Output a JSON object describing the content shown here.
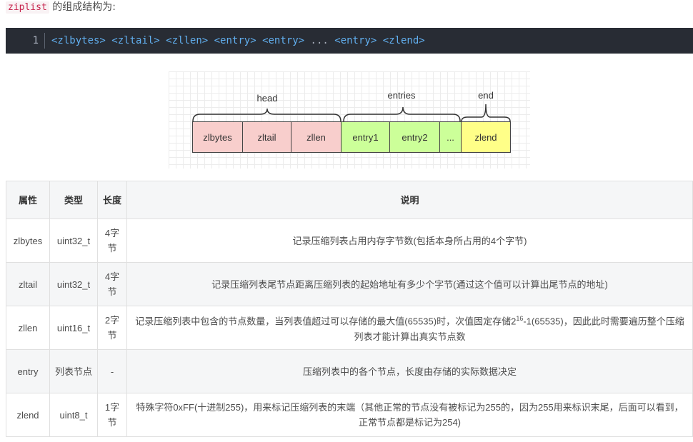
{
  "intro": {
    "code": "ziplist",
    "text": "的组成结构为:"
  },
  "code": {
    "line_number": "1",
    "tokens": [
      "<zlbytes>",
      "<zltail>",
      "<zllen>",
      "<entry>",
      "<entry>",
      "...",
      "<entry>",
      "<zlend>"
    ]
  },
  "diagram": {
    "groups": {
      "head": "head",
      "entries": "entries",
      "end": "end"
    },
    "cells": [
      "zlbytes",
      "zltail",
      "zllen",
      "entry1",
      "entry2",
      "...",
      "zlend"
    ]
  },
  "table": {
    "headers": {
      "attr": "属性",
      "type": "类型",
      "len": "长度",
      "desc": "说明"
    },
    "rows": [
      {
        "attr": "zlbytes",
        "type": "uint32_t",
        "len": "4字节",
        "desc": "记录压缩列表占用内存字节数(包括本身所占用的4个字节)"
      },
      {
        "attr": "zltail",
        "type": "uint32_t",
        "len": "4字节",
        "desc": "记录压缩列表尾节点距离压缩列表的起始地址有多少个字节(通过这个值可以计算出尾节点的地址)"
      },
      {
        "attr": "zllen",
        "type": "uint16_t",
        "len": "2字节",
        "desc_pre": "记录压缩列表中包含的节点数量，当列表值超过可以存储的最大值(65535)时，次值固定存储2",
        "desc_sup": "16",
        "desc_post": "-1(65535)，因此此时需要遍历整个压缩列表才能计算出真实节点数"
      },
      {
        "attr": "entry",
        "type": "列表节点",
        "len": "-",
        "desc": "压缩列表中的各个节点，长度由存储的实际数据决定"
      },
      {
        "attr": "zlend",
        "type": "uint8_t",
        "len": "1字节",
        "desc": "特殊字符0xFF(十进制255)，用来标记压缩列表的末端（其他正常的节点没有被标记为255的，因为255用来标识末尾，后面可以看到，正常节点都是标记为254)"
      }
    ]
  },
  "colors": {
    "head": "#f8cecc",
    "entries": "#ccff99",
    "end": "#ffff88",
    "code_bg": "#282c34",
    "tag": "#61afef"
  }
}
